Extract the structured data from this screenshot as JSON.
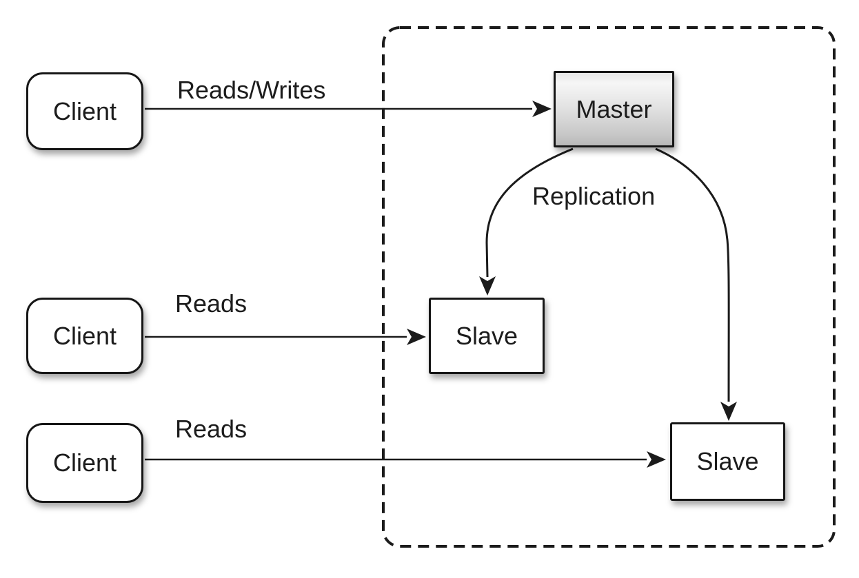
{
  "diagram": {
    "type": "architecture-diagram",
    "subject": "master-slave-replication",
    "nodes": {
      "client1": {
        "label": "Client"
      },
      "client2": {
        "label": "Client"
      },
      "client3": {
        "label": "Client"
      },
      "master": {
        "label": "Master"
      },
      "slave1": {
        "label": "Slave"
      },
      "slave2": {
        "label": "Slave"
      }
    },
    "edges": {
      "reads_writes": {
        "label": "Reads/Writes",
        "from": "client1",
        "to": "master"
      },
      "reads_mid": {
        "label": "Reads",
        "from": "client2",
        "to": "slave1"
      },
      "reads_bottom": {
        "label": "Reads",
        "from": "client3",
        "to": "slave2"
      },
      "replication_left": {
        "label": "Replication",
        "from": "master",
        "to": "slave1"
      },
      "replication_right": {
        "label": "Replication",
        "from": "master",
        "to": "slave2"
      }
    },
    "boundary": {
      "style": "dashed-rounded-rectangle",
      "encloses": [
        "master",
        "slave1",
        "slave2"
      ]
    },
    "colors": {
      "background": "#ffffff",
      "stroke": "#1b1b1b",
      "node_fill": "#ffffff",
      "master_gradient_top": "#f6f6f6",
      "master_gradient_bottom": "#b9b9b9",
      "text": "#1c1c1c"
    }
  }
}
